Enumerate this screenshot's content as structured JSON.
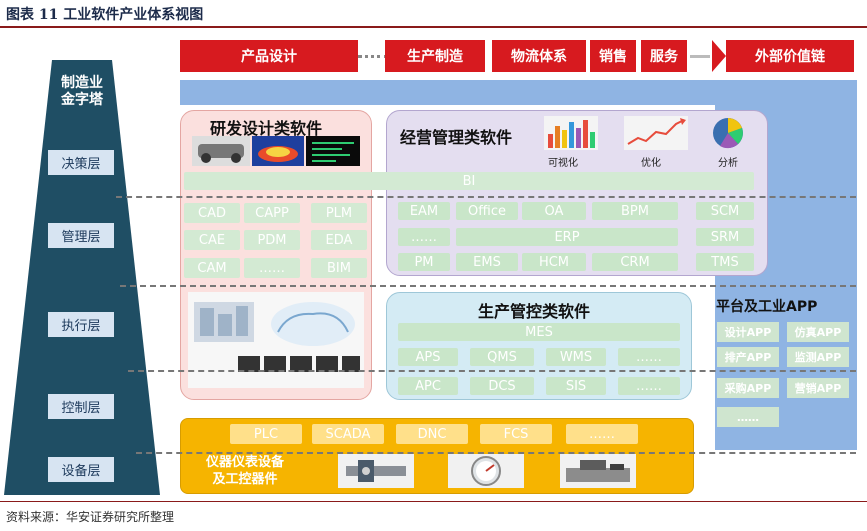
{
  "header": {
    "title": "图表 11  工业软件产业体系视图"
  },
  "value_chain": [
    "产品设计",
    "生产制造",
    "物流体系",
    "销售",
    "服务",
    "外部价值链"
  ],
  "pyramid": {
    "label": "制造业\n金字塔",
    "levels": [
      "决策层",
      "管理层",
      "执行层",
      "控制层",
      "设备层"
    ]
  },
  "rd_software": {
    "title": "研发设计类软件",
    "items": [
      "CAD",
      "CAPP",
      "PLM",
      "CAE",
      "PDM",
      "EDA",
      "CAM",
      "……",
      "BIM"
    ]
  },
  "management_software": {
    "title": "经营管理类软件",
    "chart_labels": [
      "可视化",
      "优化",
      "分析"
    ],
    "bi": "BI",
    "row1": [
      "EAM",
      "Office",
      "OA",
      "BPM",
      "SCM"
    ],
    "row2": [
      "……",
      "ERP",
      "SRM"
    ],
    "row3": [
      "PM",
      "EMS",
      "HCM",
      "CRM",
      "TMS"
    ]
  },
  "production_software": {
    "title": "生产管控类软件",
    "mes": "MES",
    "row1": [
      "APS",
      "QMS",
      "WMS",
      "……"
    ],
    "row2": [
      "APC",
      "DCS",
      "SIS",
      "……"
    ]
  },
  "platform": {
    "title": "平台及工业APP",
    "apps": [
      "设计APP",
      "仿真APP",
      "排产APP",
      "监测APP",
      "采购APP",
      "营销APP",
      "……"
    ]
  },
  "equipment": {
    "items": [
      "PLC",
      "SCADA",
      "DNC",
      "FCS",
      "……"
    ],
    "label": "仪器仪表设备\n及工控器件"
  },
  "colors": {
    "red": "#d71a1f",
    "navy": "#1f4e64",
    "green": "#cde6cd",
    "yellow": "#f6b400",
    "purple": "#e6e0f0",
    "blue": "#8fb4e3"
  },
  "footer": {
    "source": "资料来源：华安证券研究所整理"
  }
}
